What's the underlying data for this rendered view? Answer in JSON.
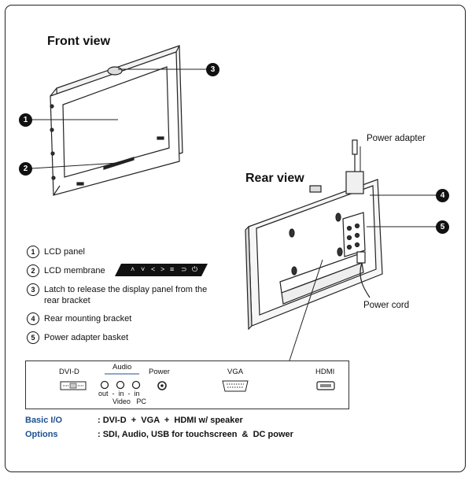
{
  "front_view": {
    "title": "Front view"
  },
  "rear_view": {
    "title": "Rear view"
  },
  "callouts": [
    "1",
    "2",
    "3",
    "4",
    "5"
  ],
  "labels": {
    "power_adapter": "Power adapter",
    "power_cord": "Power cord"
  },
  "legend": [
    {
      "num": "1",
      "text": "LCD panel"
    },
    {
      "num": "2",
      "text": "LCD membrane"
    },
    {
      "num": "3",
      "text": "Latch to release the display panel from the",
      "text2": "rear bracket"
    },
    {
      "num": "4",
      "text": "Rear mounting bracket"
    },
    {
      "num": "5",
      "text": "Power adapter basket"
    }
  ],
  "membrane_symbols": [
    "˄",
    "˅",
    "<",
    ">",
    "≡",
    "⊃",
    "⏻"
  ],
  "io": {
    "dvi": "DVI-D",
    "audio": "Audio",
    "audio_ports": "out  -  in  -  in",
    "audio_sub": "Video   PC",
    "power": "Power",
    "vga": "VGA",
    "hdmi": "HDMI"
  },
  "specs": {
    "basic_label": "Basic I/O",
    "basic_value": ": DVI-D  +  VGA  +  HDMI w/ speaker",
    "options_label": "Options",
    "options_value": ": SDI, Audio, USB for touchscreen  &  DC power"
  }
}
